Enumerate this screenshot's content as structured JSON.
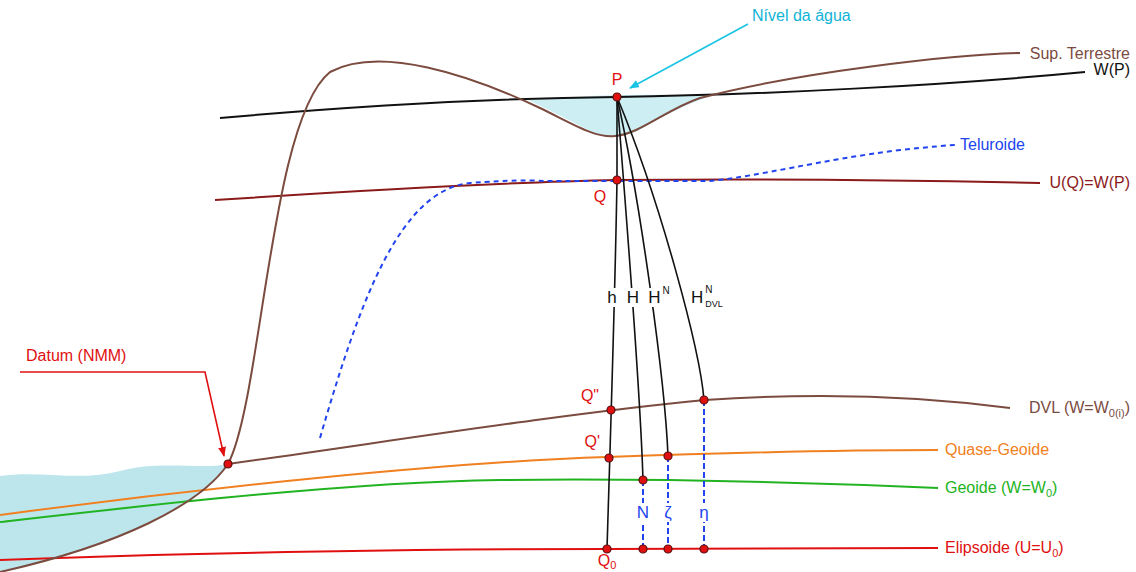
{
  "diagram": {
    "labels": [
      "Nível da água",
      "P",
      "Sup. Terrestre",
      "W(P)",
      "Teluroide",
      "Q",
      "U(Q)=W(P)",
      "h",
      "H",
      "H",
      "N",
      "H",
      "N",
      "DVL",
      "Q\"",
      "DVL (W=W",
      "0(i)",
      ")",
      "Q'",
      "Quase-Geoide",
      "Datum (NMM)",
      "Geoide (W=W",
      "0",
      ")",
      "N",
      "ζ",
      "η",
      "Elipsoide (U=U",
      "0",
      ")",
      "Q",
      "0"
    ]
  }
}
